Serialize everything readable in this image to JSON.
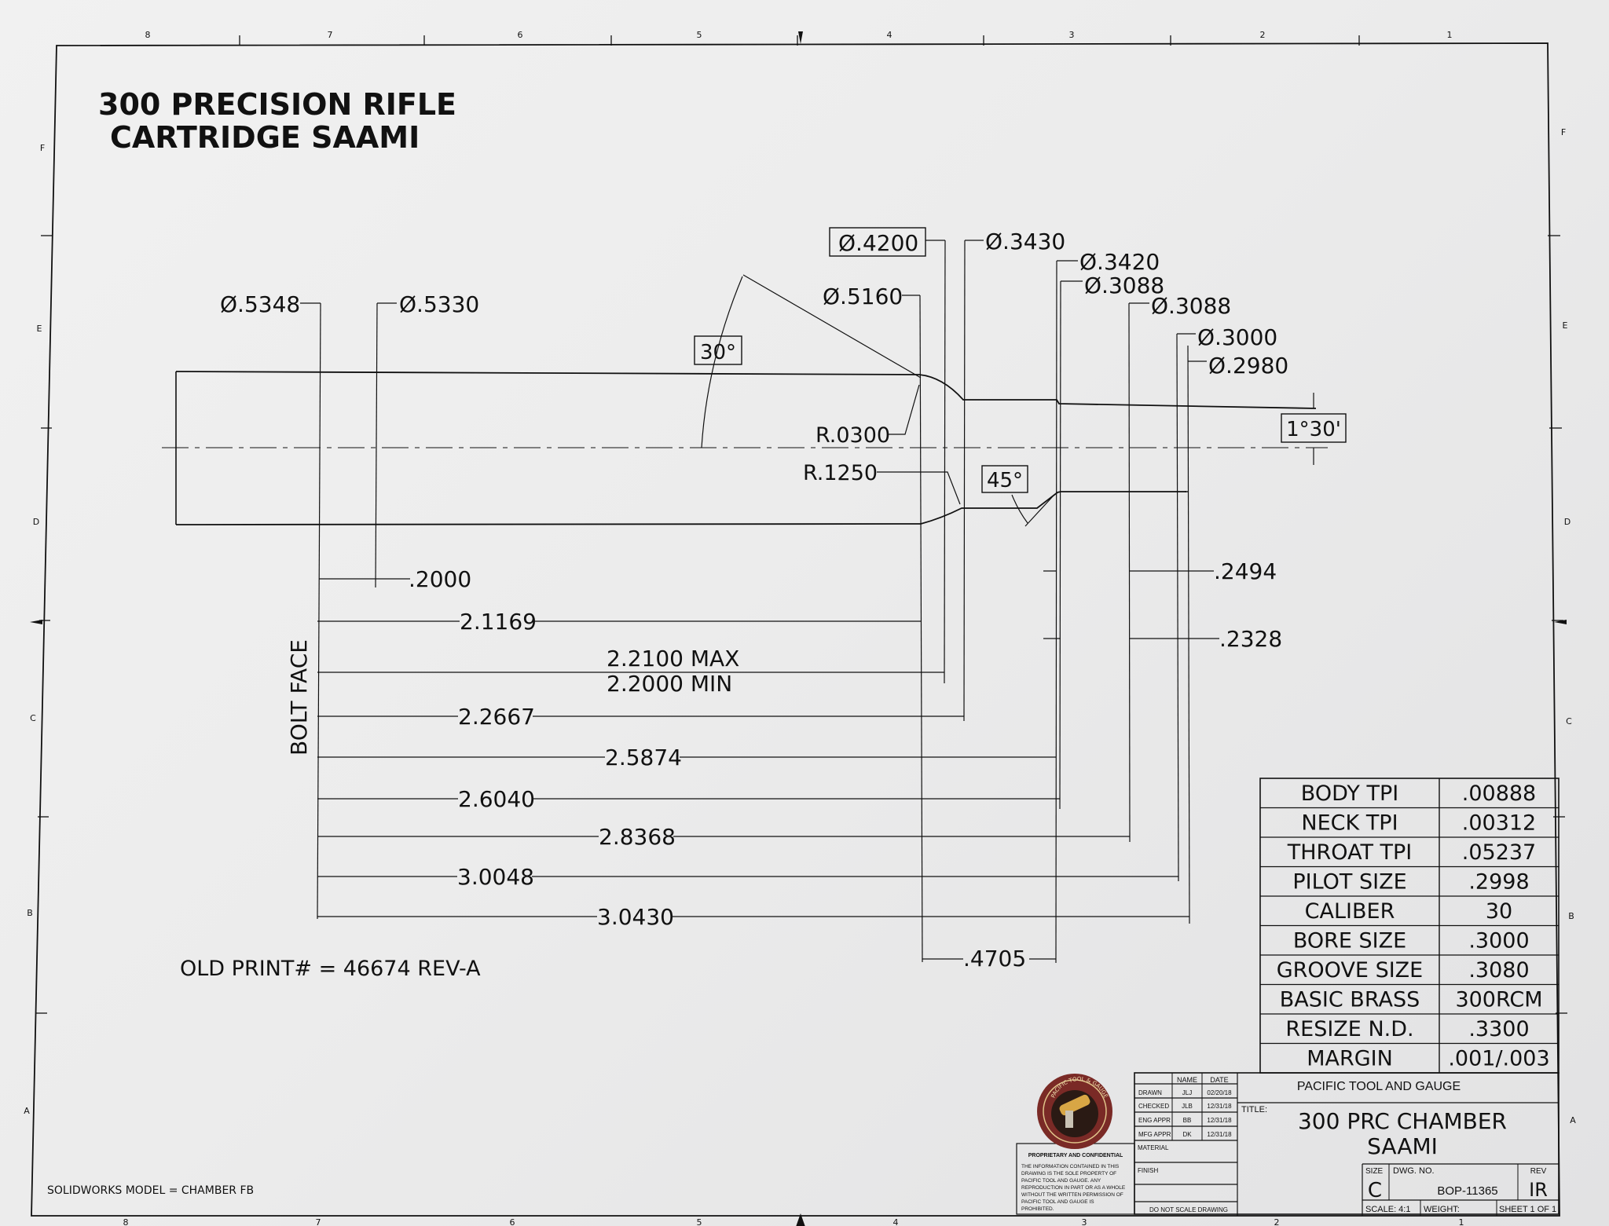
{
  "title": {
    "line1": "300 PRECISION RIFLE",
    "line2": "CARTRIDGE SAAMI"
  },
  "border": {
    "top_zones": [
      "8",
      "7",
      "6",
      "5",
      "4",
      "3",
      "2",
      "1"
    ],
    "bottom_zones": [
      "8",
      "7",
      "6",
      "5",
      "4",
      "3",
      "2",
      "1"
    ],
    "left_zones": [
      "F",
      "E",
      "D",
      "C",
      "B",
      "A"
    ],
    "right_zones": [
      "F",
      "E",
      "D",
      "C",
      "B",
      "A"
    ]
  },
  "diameters": {
    "d5348": ".5348",
    "d5330": ".5330",
    "d5160": ".5160",
    "d4200": ".4200",
    "d3430": ".3430",
    "d3420": ".3420",
    "d3088a": ".3088",
    "d3088b": ".3088",
    "d3000": ".3000",
    "d2980": ".2980",
    "symbol": "Ø"
  },
  "angles": {
    "shoulder": "30°",
    "neck": "45°",
    "taper": "1°30'"
  },
  "radii": {
    "r1": "R.0300",
    "r2": "R.1250"
  },
  "lengths": {
    "l2000": ".2000",
    "l2_1169": "2.1169",
    "l2_2100": "2.2100 MAX",
    "l2_2000": "2.2000 MIN",
    "l2_2667": "2.2667",
    "l2_5874": "2.5874",
    "l2_6040": "2.6040",
    "l2_8368": "2.8368",
    "l3_0048": "3.0048",
    "l3_0430": "3.0430",
    "l4705": ".4705",
    "l2494": ".2494",
    "l2328": ".2328"
  },
  "bolt_face": "BOLT FACE",
  "old_print": "OLD PRINT# = 46674 REV-A",
  "solidworks": "SOLIDWORKS MODEL = CHAMBER FB",
  "spec_table": [
    {
      "label": "BODY TPI",
      "value": ".00888"
    },
    {
      "label": "NECK TPI",
      "value": ".00312"
    },
    {
      "label": "THROAT TPI",
      "value": ".05237"
    },
    {
      "label": "PILOT SIZE",
      "value": ".2998"
    },
    {
      "label": "CALIBER",
      "value": "30"
    },
    {
      "label": "BORE SIZE",
      "value": ".3000"
    },
    {
      "label": "GROOVE SIZE",
      "value": ".3080"
    },
    {
      "label": "BASIC BRASS",
      "value": "300RCM"
    },
    {
      "label": "RESIZE N.D.",
      "value": ".3300"
    },
    {
      "label": "MARGIN",
      "value": ".001/.003"
    }
  ],
  "title_block": {
    "company": "PACIFIC TOOL AND GAUGE",
    "col_name": "NAME",
    "col_date": "DATE",
    "rows": [
      {
        "role": "DRAWN",
        "name": "JLJ",
        "date": "02/20/18"
      },
      {
        "role": "CHECKED",
        "name": "JLB",
        "date": "12/31/18"
      },
      {
        "role": "ENG APPR",
        "name": "BB",
        "date": "12/31/18"
      },
      {
        "role": "MFG APPR",
        "name": "DK",
        "date": "12/31/18"
      }
    ],
    "title_label": "TITLE:",
    "title_line1": "300 PRC CHAMBER",
    "title_line2": "SAAMI",
    "material_label": "MATERIAL",
    "finish_label": "FINISH",
    "no_scale": "DO NOT SCALE DRAWING",
    "size_label": "SIZE",
    "size": "C",
    "dwg_label": "DWG. NO.",
    "dwg_no": "BOP-11365",
    "rev_label": "REV",
    "rev": "IR",
    "scale": "SCALE: 4:1",
    "weight": "WEIGHT:",
    "sheet": "SHEET 1 OF 1",
    "proprietary_title": "PROPRIETARY AND CONFIDENTIAL",
    "proprietary_lines": [
      "THE INFORMATION CONTAINED IN THIS",
      "DRAWING IS THE SOLE PROPERTY OF",
      "PACIFIC TOOL AND GAUGE. ANY",
      "REPRODUCTION IN PART OR AS A WHOLE",
      "WITHOUT THE WRITTEN PERMISSION OF",
      "PACIFIC TOOL AND GAUGE IS",
      "PROHIBITED."
    ],
    "logo_text": "PACIFIC TOOL & GAUGE"
  }
}
